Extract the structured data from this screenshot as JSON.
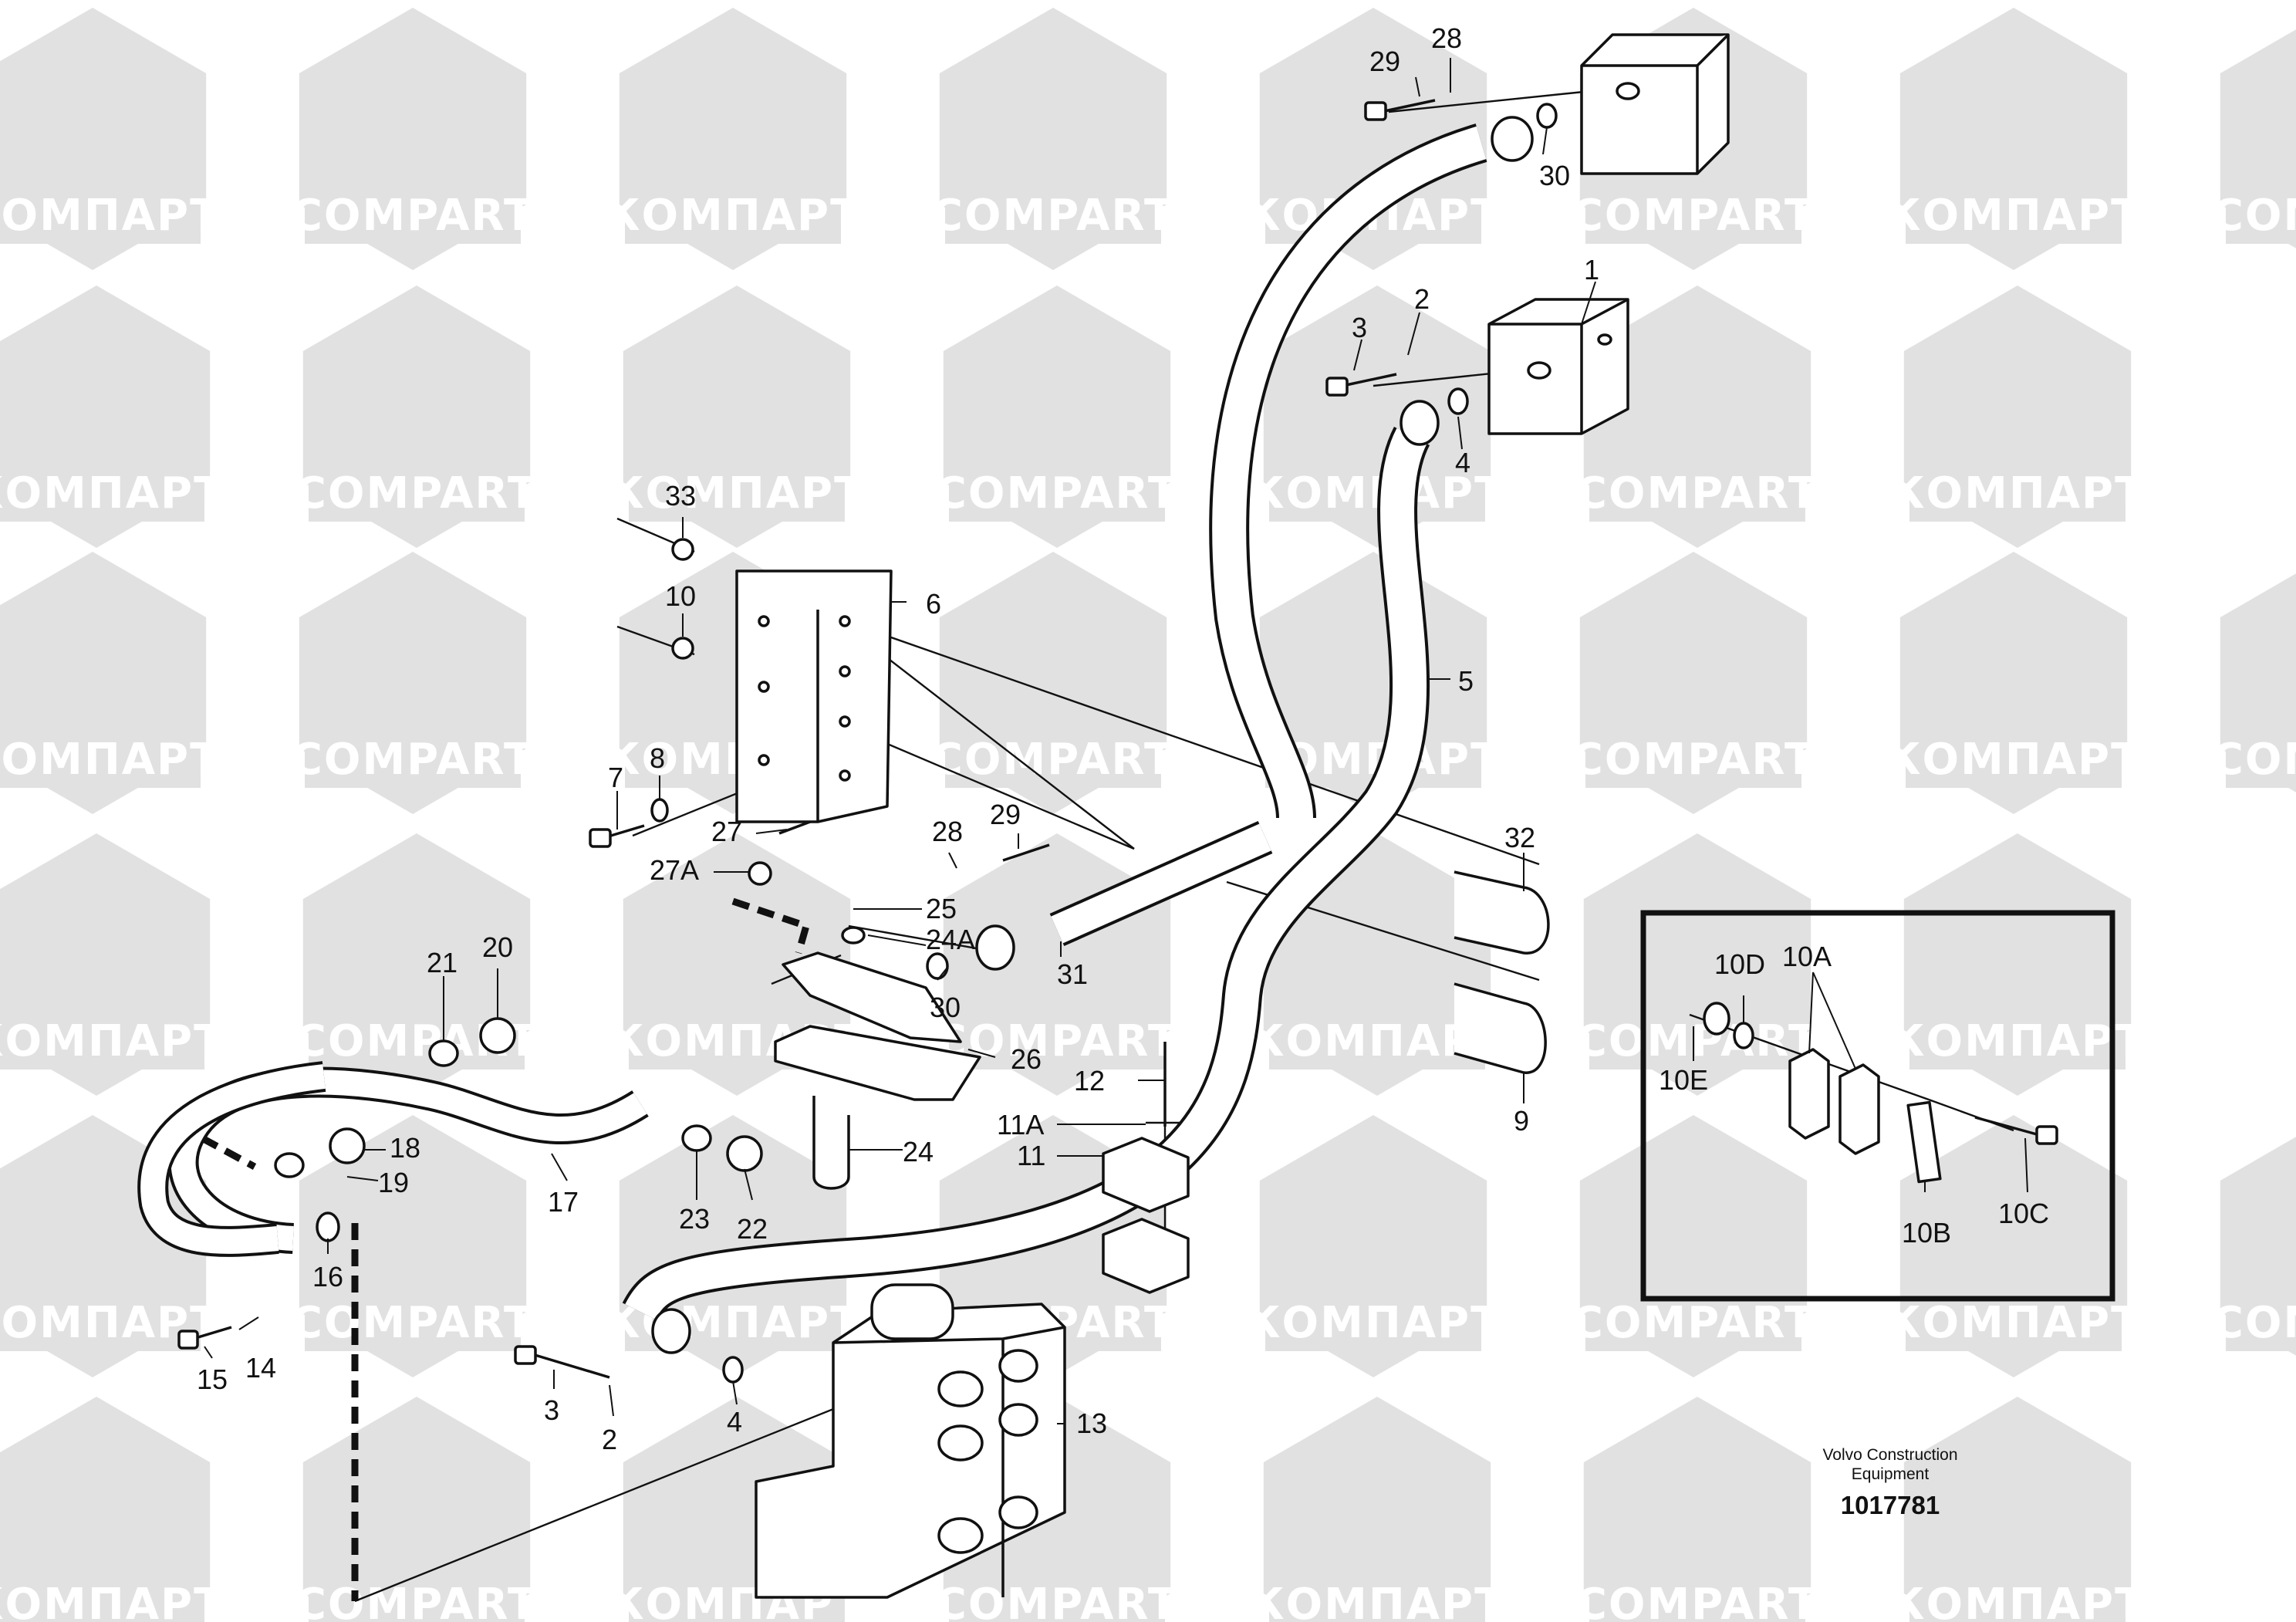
{
  "watermark": {
    "brand_latin": "COMPART",
    "brand_cyrillic": "КОМПАРТ",
    "color": "#e1e1e1"
  },
  "credit": {
    "line1": "Volvo Construction",
    "line2": "Equipment",
    "drawing_number": "1017781"
  },
  "callouts": [
    "1",
    "2",
    "3",
    "4",
    "5",
    "6",
    "7",
    "8",
    "9",
    "10",
    "11",
    "11A",
    "12",
    "13",
    "14",
    "15",
    "16",
    "17",
    "18",
    "19",
    "20",
    "21",
    "22",
    "23",
    "24",
    "24A",
    "25",
    "26",
    "27",
    "27A",
    "28",
    "29",
    "30",
    "31",
    "32",
    "33",
    "10A",
    "10B",
    "10C",
    "10D",
    "10E"
  ],
  "labels": {
    "c1": "1",
    "c2a": "2",
    "c2b": "2",
    "c3a": "3",
    "c3b": "3",
    "c4a": "4",
    "c4b": "4",
    "c5": "5",
    "c6": "6",
    "c7": "7",
    "c8": "8",
    "c9": "9",
    "c10": "10",
    "c11": "11",
    "c11A": "11A",
    "c12": "12",
    "c13": "13",
    "c14": "14",
    "c15": "15",
    "c16": "16",
    "c17": "17",
    "c18": "18",
    "c19": "19",
    "c20": "20",
    "c21": "21",
    "c22": "22",
    "c23": "23",
    "c24": "24",
    "c24A": "24A",
    "c25": "25",
    "c26": "26",
    "c27": "27",
    "c27A": "27A",
    "c28a": "28",
    "c28b": "28",
    "c29a": "29",
    "c29b": "29",
    "c30a": "30",
    "c30b": "30",
    "c31": "31",
    "c32": "32",
    "c33": "33",
    "c10A": "10A",
    "c10B": "10B",
    "c10C": "10C",
    "c10D": "10D",
    "c10E": "10E"
  }
}
